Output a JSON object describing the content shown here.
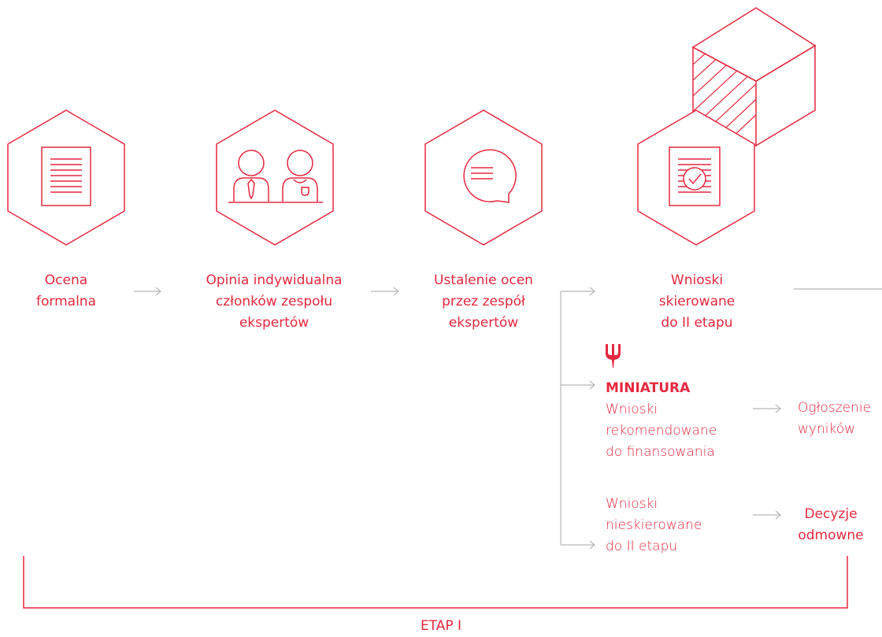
{
  "colors": {
    "accent": "#e5283f",
    "connector": "#b8b8b8"
  },
  "steps": [
    {
      "icon": "document-icon",
      "lines": [
        "Ocena",
        "formalna"
      ]
    },
    {
      "icon": "experts-icon",
      "lines": [
        "Opinia indywidualna",
        "członków zespołu",
        "ekspertów"
      ]
    },
    {
      "icon": "speech-bubble-icon",
      "lines": [
        "Ustalenie ocen",
        "przez zespół",
        "ekspertów"
      ]
    },
    {
      "icon": "approved-document-icon",
      "lines": [
        "Wnioski",
        "skierowane",
        "do II etapu"
      ]
    }
  ],
  "miniatura": {
    "title": "MINIATURA",
    "icon": "miniatura-logo-icon",
    "lines": [
      "Wnioski",
      "rekomendowane",
      "do finansowania"
    ]
  },
  "outcomes": {
    "recommended_result": [
      "Ogłoszenie",
      "wyników"
    ],
    "rejected": [
      "Wnioski",
      "nieskierowane",
      "do II etapu"
    ],
    "rejected_result": [
      "Decyzje",
      "odmowne"
    ]
  },
  "stage_label": "ETAP I"
}
